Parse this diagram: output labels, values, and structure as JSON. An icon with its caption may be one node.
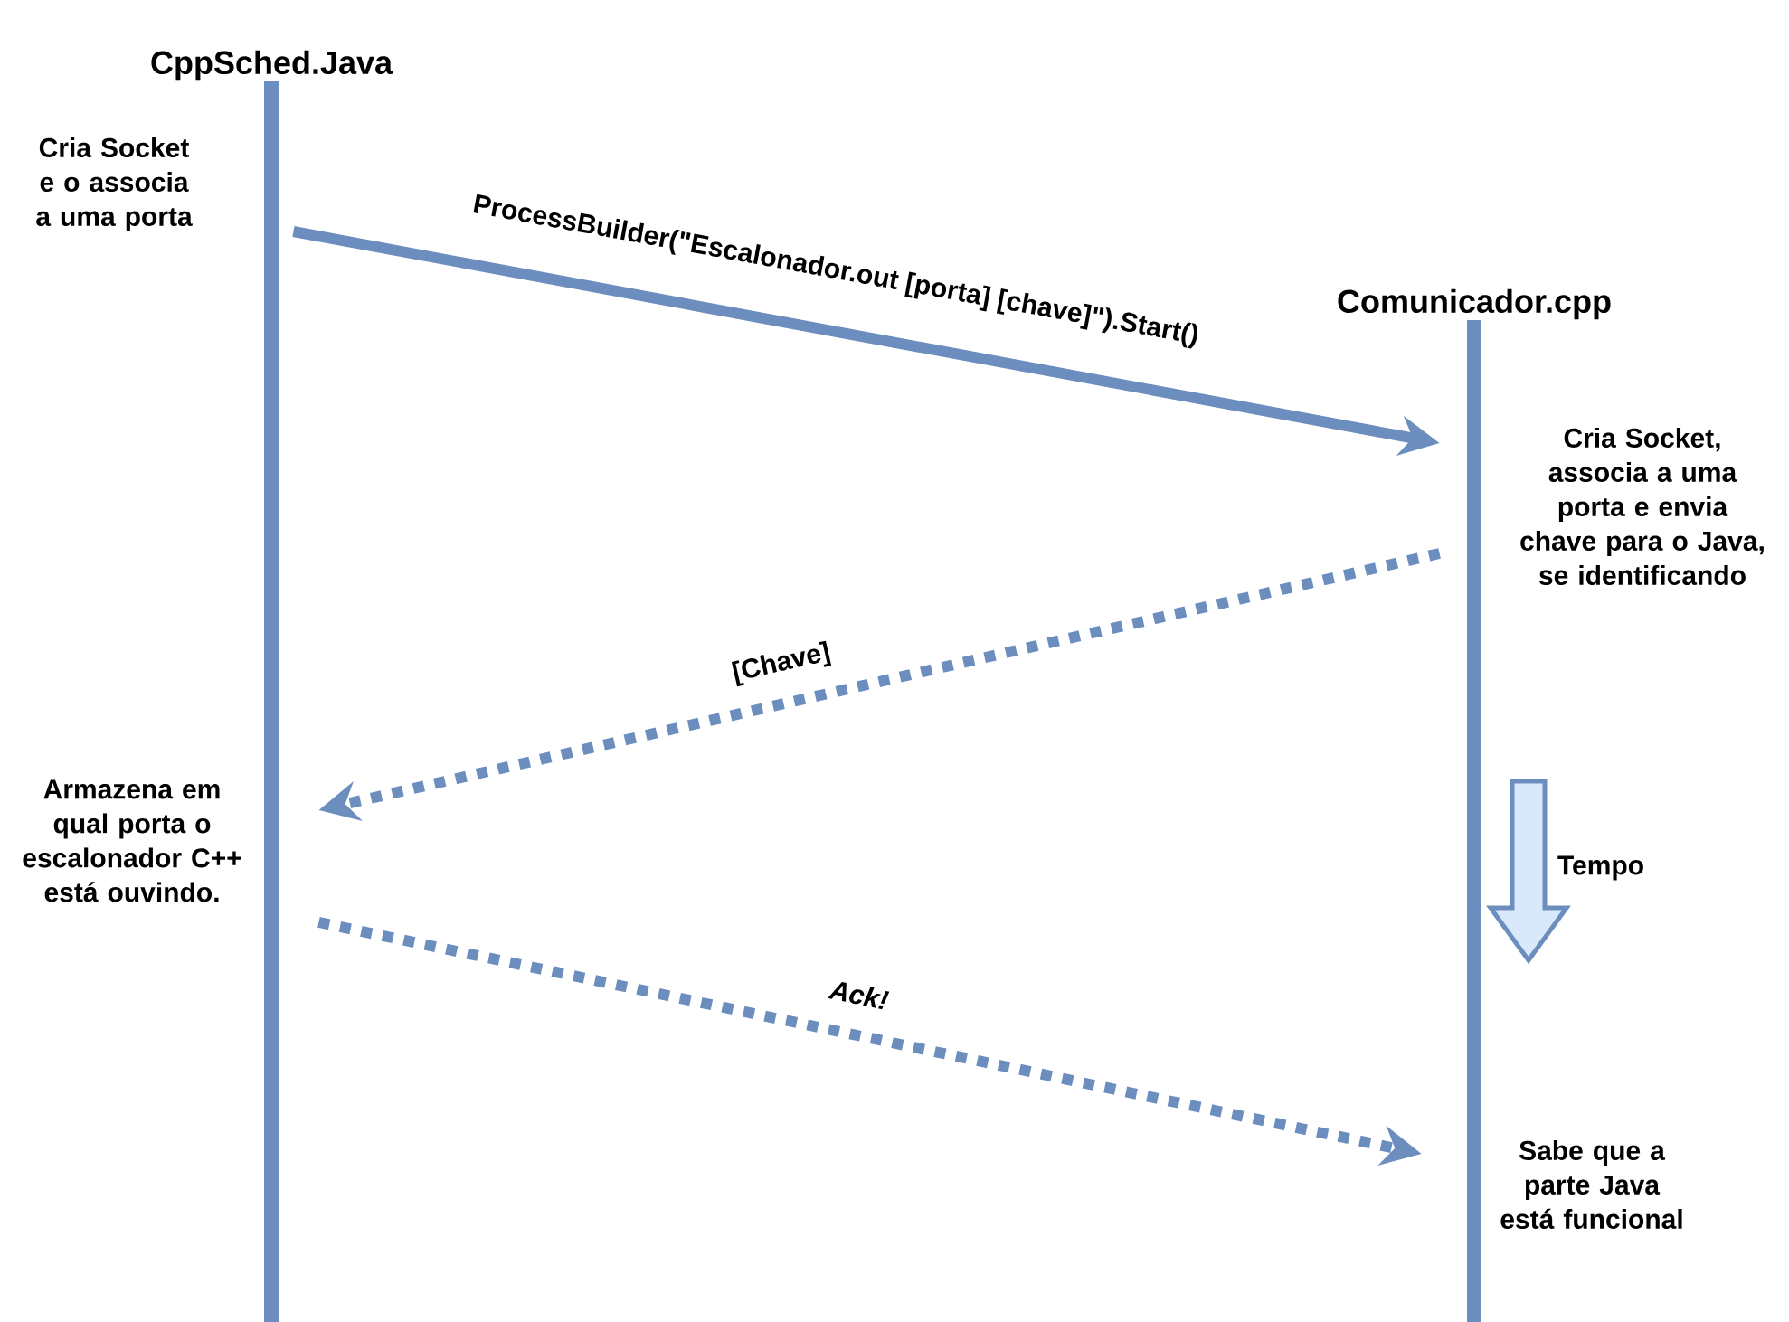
{
  "diagram": {
    "nodes": [
      {
        "text": [
          "CppSched.Java"
        ]
      },
      {
        "text": [
          "Comunicador.cpp"
        ]
      }
    ],
    "edges": [
      {
        "from": 0,
        "to": 1,
        "arrow": "to",
        "label": "ProcessBuilder(\"Escalonador.out [porta] [chave]\").Start()"
      },
      {
        "from": 1,
        "to": 0,
        "arrow": "to",
        "label": "[Chave]",
        "style": "dashed"
      },
      {
        "from": 0,
        "to": 1,
        "arrow": "to",
        "label": "Ack!",
        "style": "dashed"
      }
    ],
    "labels": [
      "Cria Socket e o associa a uma porta",
      "Cria Socket, associa a uma porta e envia chave para o Java, se identificando",
      "Armazena em qual porta o escalonador C++ está ouvindo.",
      "Tempo",
      "Sabe que a parte Java está funcional"
    ]
  }
}
